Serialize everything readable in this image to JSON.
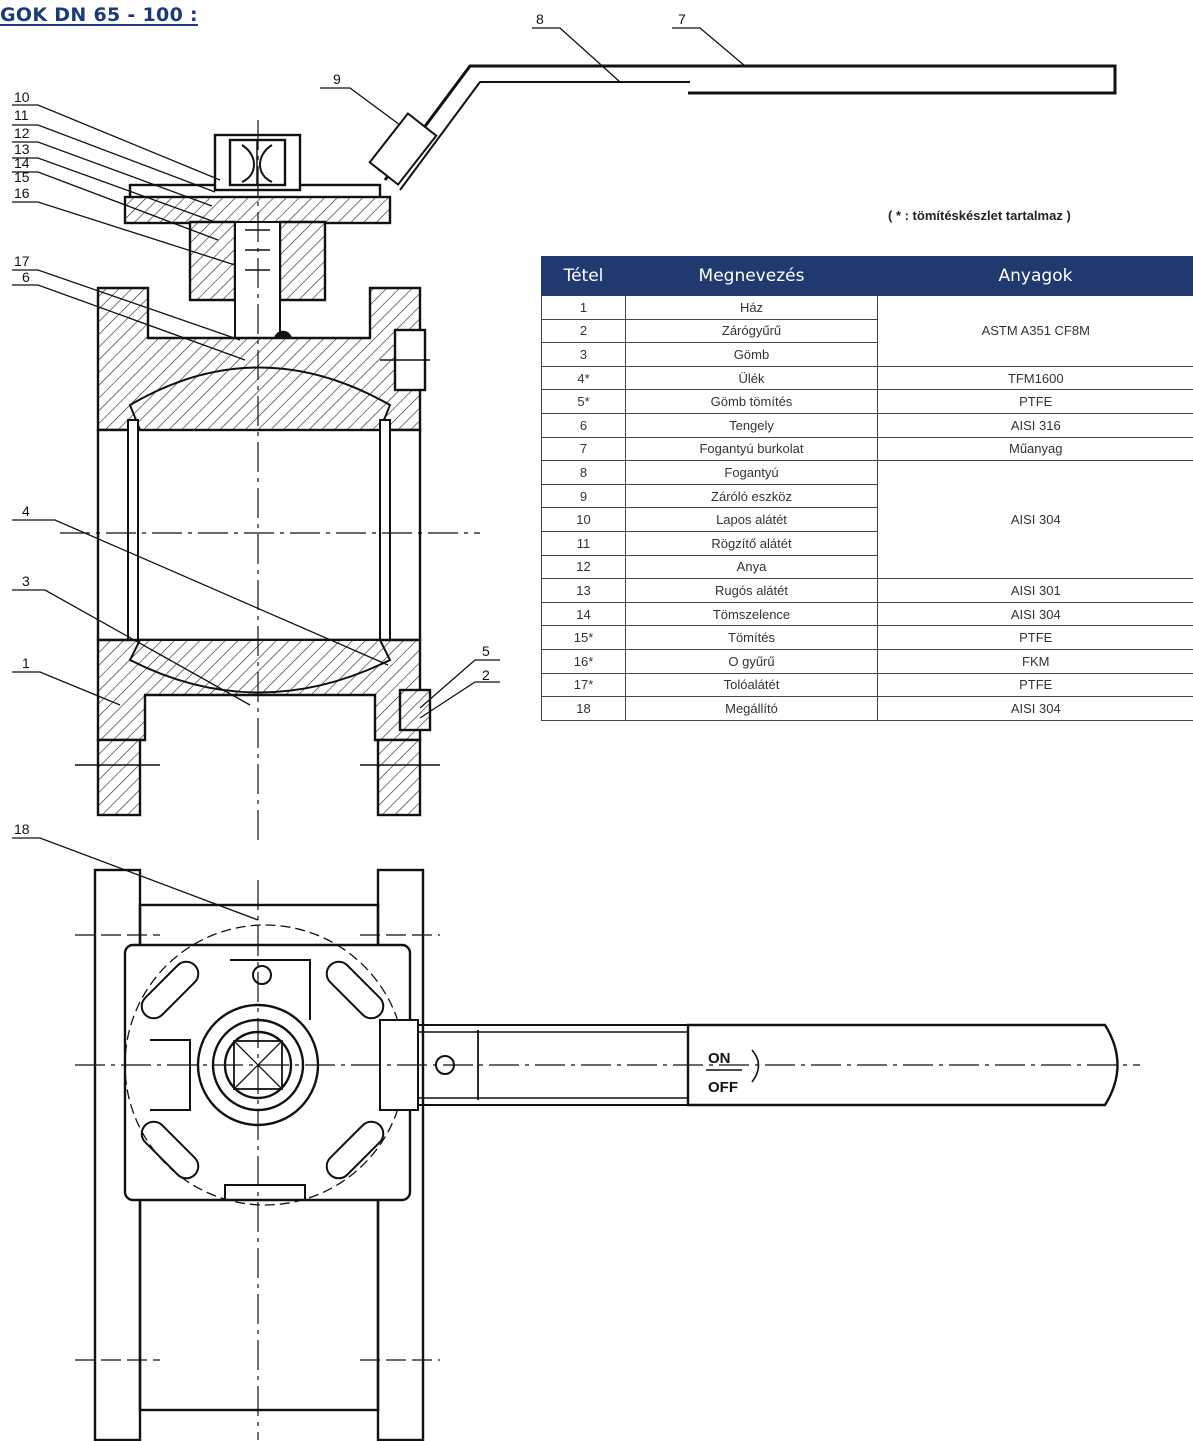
{
  "heading": "GOK DN 65 - 100 :",
  "note": "( * : tömítéskészlet tartalmaz )",
  "table": {
    "headers": [
      "Tétel",
      "Megnevezés",
      "Anyagok"
    ],
    "rows": [
      {
        "no": "1",
        "name": "Ház"
      },
      {
        "no": "2",
        "name": "Zárógyűrű"
      },
      {
        "no": "3",
        "name": "Gömb"
      },
      {
        "no": "4*",
        "name": "Ülék"
      },
      {
        "no": "5*",
        "name": "Gömb tömítés"
      },
      {
        "no": "6",
        "name": "Tengely"
      },
      {
        "no": "7",
        "name": "Fogantyú burkolat"
      },
      {
        "no": "8",
        "name": "Fogantyú"
      },
      {
        "no": "9",
        "name": "Záróló eszköz"
      },
      {
        "no": "10",
        "name": "Lapos alátét"
      },
      {
        "no": "11",
        "name": "Rögzítő alátét"
      },
      {
        "no": "12",
        "name": "Anya"
      },
      {
        "no": "13",
        "name": "Rugós alátét"
      },
      {
        "no": "14",
        "name": "Tömszelence"
      },
      {
        "no": "15*",
        "name": "Tömítés"
      },
      {
        "no": "16*",
        "name": "O gyűrű"
      },
      {
        "no": "17*",
        "name": "Tolóalátét"
      },
      {
        "no": "18",
        "name": "Megállító"
      }
    ],
    "materials": [
      {
        "rows": 3,
        "value": "ASTM A351 CF8M"
      },
      {
        "rows": 1,
        "value": "TFM1600"
      },
      {
        "rows": 1,
        "value": "PTFE"
      },
      {
        "rows": 1,
        "value": "AISI 316"
      },
      {
        "rows": 1,
        "value": "Műanyag"
      },
      {
        "rows": 5,
        "value": "AISI 304"
      },
      {
        "rows": 1,
        "value": "AISI 301"
      },
      {
        "rows": 1,
        "value": "AISI 304"
      },
      {
        "rows": 1,
        "value": "PTFE"
      },
      {
        "rows": 1,
        "value": "FKM"
      },
      {
        "rows": 1,
        "value": "PTFE"
      },
      {
        "rows": 1,
        "value": "AISI 304"
      }
    ]
  },
  "callouts": {
    "c1": "1",
    "c2": "2",
    "c3": "3",
    "c4": "4",
    "c5": "5",
    "c6": "6",
    "c7": "7",
    "c8": "8",
    "c9": "9",
    "c10": "10",
    "c11": "11",
    "c12": "12",
    "c13": "13",
    "c14": "14",
    "c15": "15",
    "c16": "16",
    "c17": "17",
    "c18": "18"
  },
  "lever_labels": {
    "on": "ON",
    "off": "OFF"
  },
  "colors": {
    "header_bg": "#203a70",
    "heading": "#1a3a7a",
    "line": "#111111"
  }
}
